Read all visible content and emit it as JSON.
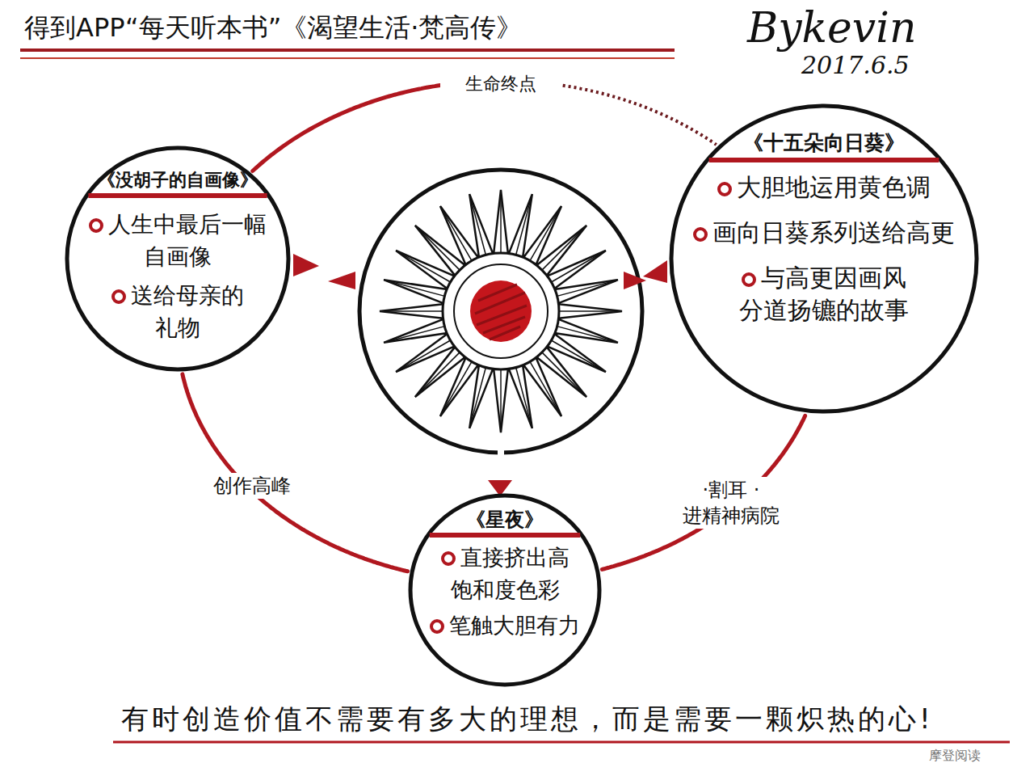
{
  "diagram": {
    "title": "得到APP“每天听本书”《渴望生活·梵高传》",
    "caption": "有时创造价值不需要有多大的理想，而是需要一颗炽热的心!",
    "nodes": [
      {
        "text": [
          "《没胡子的自画像》",
          "人生中最后一幅自画像",
          "送给母亲的礼物"
        ]
      },
      {
        "text": [
          "《十五朵向日葵》",
          "大胆地运用黄色调",
          "画向日葵系列送给高更",
          "与高更因画风分道扬镳的故事"
        ]
      },
      {
        "text": [
          "《星夜》",
          "直接挤出高饱和度色彩",
          "笔触大胆有力"
        ]
      }
    ],
    "edges": [
      {
        "from": 0,
        "to": 1,
        "label": "生命终点",
        "arrow": "none"
      },
      {
        "from": 1,
        "to": 2,
        "label": "·割耳 ·进精神病院",
        "arrow": "none"
      },
      {
        "from": 2,
        "to": 0,
        "label": "创作高峰",
        "arrow": "none"
      }
    ],
    "labels": [
      "Bykevin",
      "2017.6.5",
      "摩登阅读"
    ]
  }
}
